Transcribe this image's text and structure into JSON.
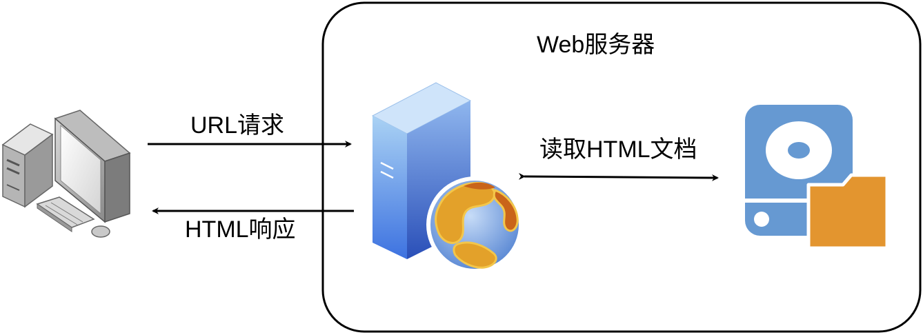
{
  "server_box": {
    "title": "Web服务器"
  },
  "edges": {
    "request_label": "URL请求",
    "response_label": "HTML响应",
    "read_label": "读取HTML文档"
  },
  "icons": {
    "client": "desktop-computer-icon",
    "server": "web-server-globe-icon",
    "storage": "disk-folder-icon"
  },
  "colors": {
    "box_stroke": "#000000",
    "server_blue_top": "#a8d0f0",
    "server_blue_bottom": "#3a6fd6",
    "globe_orange": "#e08a1a",
    "disk_blue": "#6699cc",
    "folder_orange": "#e39530"
  }
}
